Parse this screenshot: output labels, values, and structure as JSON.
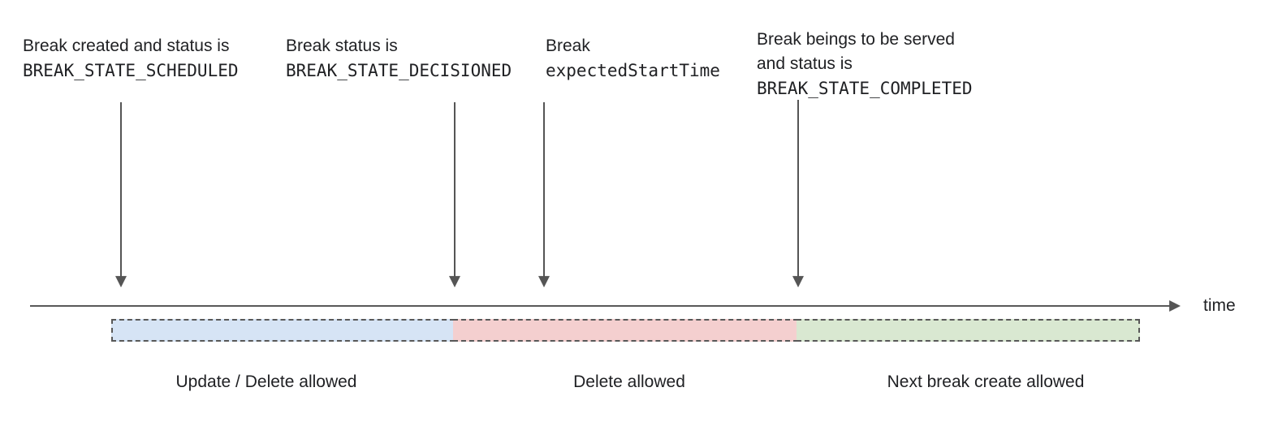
{
  "annotations": {
    "scheduled": {
      "line1": "Break created and status is",
      "code": "BREAK_STATE_SCHEDULED"
    },
    "decisioned": {
      "line1": "Break status is",
      "code": "BREAK_STATE_DECISIONED"
    },
    "expected_start": {
      "line1": "Break",
      "code": "expectedStartTime"
    },
    "completed": {
      "line1": "Break beings to be served",
      "line2": "and status is",
      "code": "BREAK_STATE_COMPLETED"
    }
  },
  "timeline": {
    "axis_label": "time"
  },
  "segments": [
    {
      "label": "Update / Delete allowed",
      "color": "#d6e4f5"
    },
    {
      "label": "Delete allowed",
      "color": "#f4cfcf"
    },
    {
      "label": "Next break create allowed",
      "color": "#d9e8d1"
    }
  ],
  "colors": {
    "arrow": "#555555",
    "axis_line": "#595959",
    "dashed_border": "#585858",
    "text": "#202124"
  }
}
